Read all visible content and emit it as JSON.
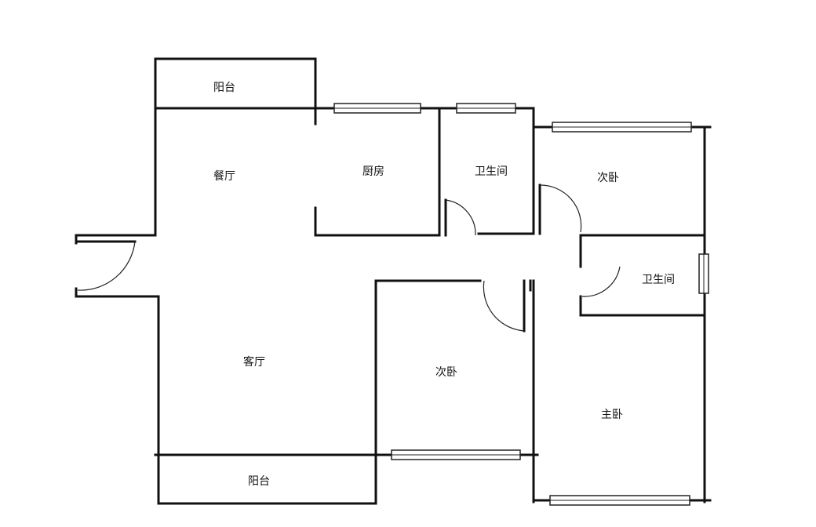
{
  "rooms": {
    "balcony_top": "阳台",
    "dining_room": "餐厅",
    "kitchen": "厨房",
    "bathroom_1": "卫生间",
    "second_bedroom_1": "次卧",
    "bathroom_2": "卫生间",
    "living_room": "客厅",
    "second_bedroom_2": "次卧",
    "master_bedroom": "主卧",
    "balcony_bottom": "阳台"
  },
  "colors": {
    "wall": "#111111",
    "background": "#ffffff"
  }
}
